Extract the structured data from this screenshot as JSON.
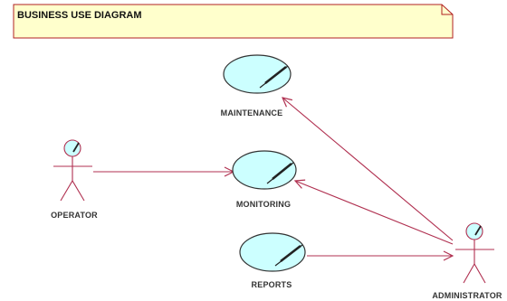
{
  "diagram": {
    "title": "BUSINESS USE DIAGRAM",
    "actors": {
      "operator": "OPERATOR",
      "administrator": "ADMINISTRATOR"
    },
    "use_cases": {
      "maintenance": "MAINTENANCE",
      "monitoring": "MONITORING",
      "reports": "REPORTS"
    },
    "colors": {
      "note_fill": "#FFFFCC",
      "note_border": "#B22222",
      "use_case_fill": "#CCFFFF",
      "line": "#B03050",
      "stroke_dark": "#333333"
    }
  }
}
